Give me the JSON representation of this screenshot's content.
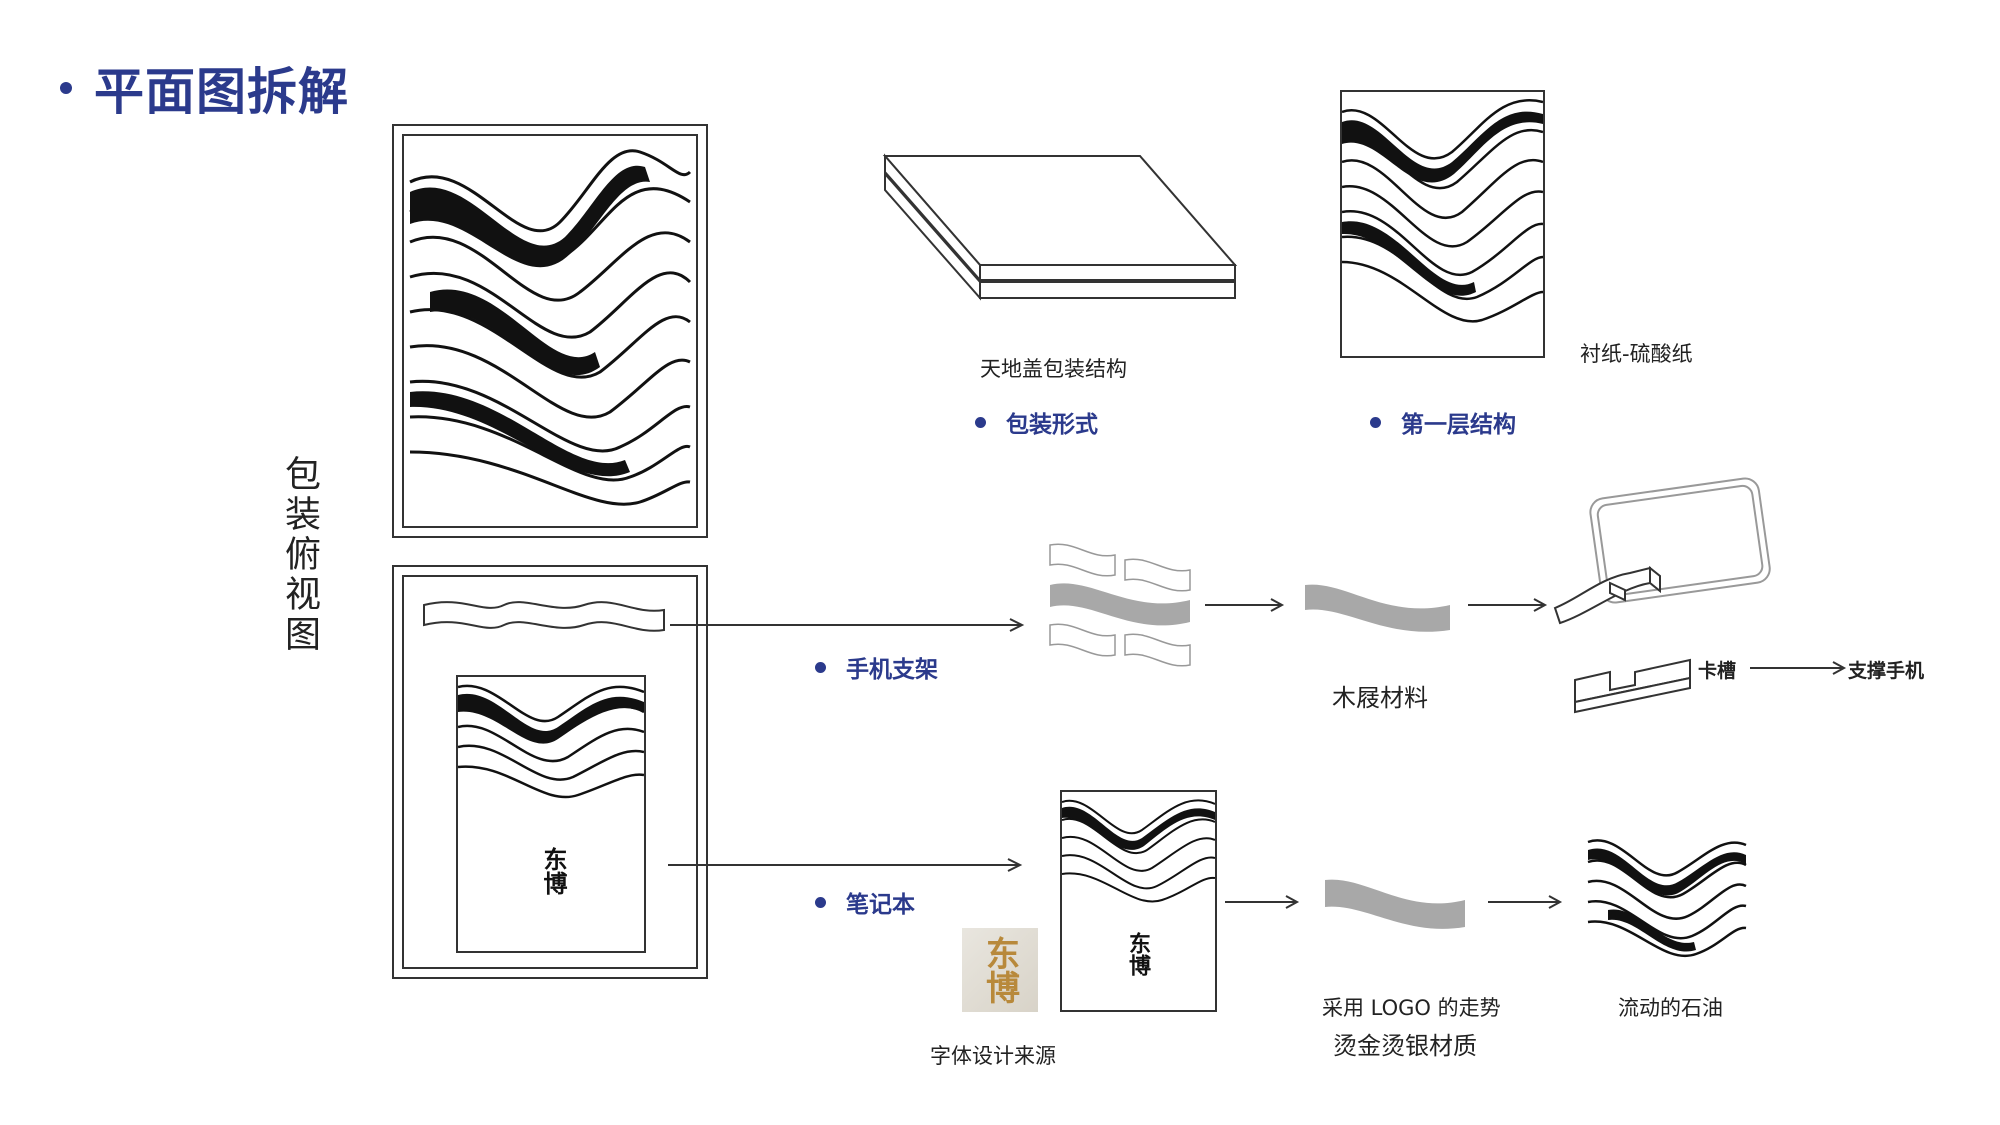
{
  "title": "平面图拆解",
  "vertical_label": "包装俯视图",
  "labels": {
    "box_structure": "天地盖包装结构",
    "lining": "衬纸-硫酸纸",
    "packaging_form": "包装形式",
    "first_layer": "第一层结构",
    "phone_stand": "手机支架",
    "wood_material": "木屐材料",
    "slot": "卡槽",
    "support_phone": "支撑手机",
    "notebook": "笔记本",
    "font_source": "字体设计来源",
    "logo_trend": "采用 LOGO 的走势",
    "foil": "烫金烫银材质",
    "flowing_oil": "流动的石油"
  },
  "logo_mark": "东博",
  "colors": {
    "accent": "#2b3a8c",
    "gray_wave": "#a8a8a8"
  }
}
